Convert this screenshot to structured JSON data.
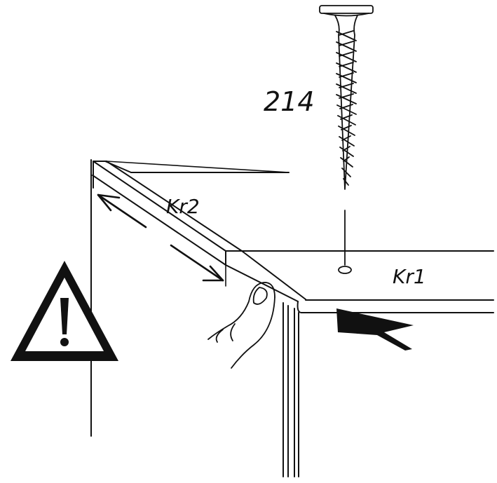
{
  "labels": {
    "part_number": "214",
    "panel_top": "Kr1",
    "panel_side": "Kr2"
  },
  "icons": {
    "warning": "warning-triangle-icon",
    "screw": "screw-icon",
    "hand": "finger-hand-icon",
    "push_arrow": "push-arrow-icon",
    "align_arrow": "double-arrow-icon"
  },
  "colors": {
    "line": "#111111",
    "background": "#ffffff"
  }
}
